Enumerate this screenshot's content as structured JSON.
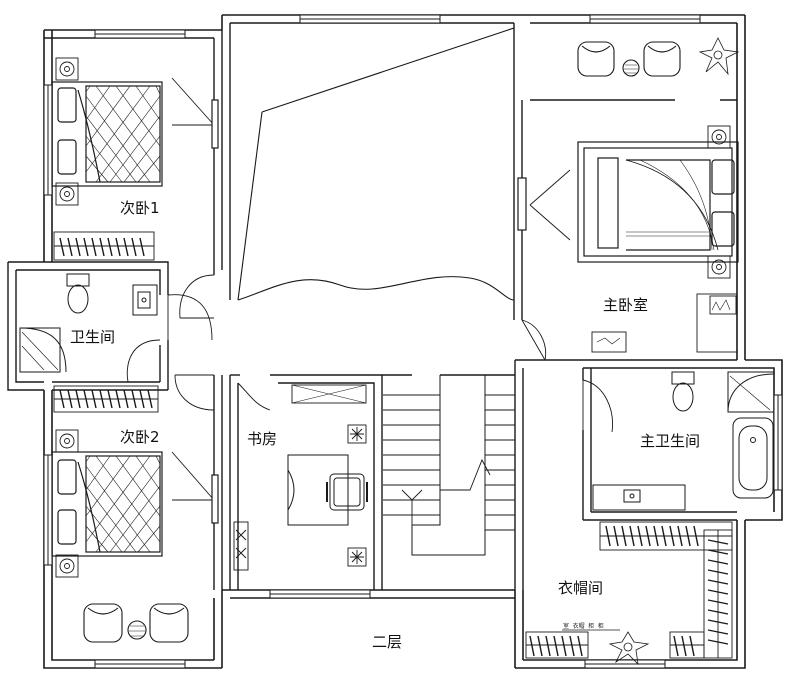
{
  "rooms": {
    "bedroom2_1": "次卧1",
    "bathroom": "卫生间",
    "bedroom2_2": "次卧2",
    "study": "书房",
    "master_bedroom": "主卧室",
    "master_bath": "主卫生间",
    "cloakroom": "衣帽间"
  },
  "floor_label": "二层",
  "small_note": "室 衣帽 柜 柜"
}
